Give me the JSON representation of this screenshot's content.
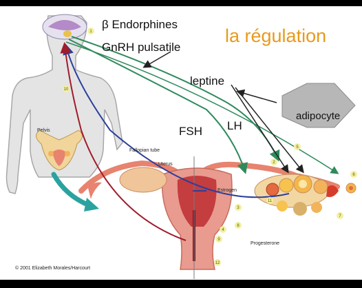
{
  "diagram": {
    "title": "la régulation",
    "labels": {
      "endorphins": "β Endorphines",
      "gnrh": "GnRH pulsatile",
      "leptin": "leptine",
      "adipocyte": "adipocyte",
      "fsh": "FSH",
      "lh": "LH",
      "pelvis": "Pelvis",
      "fallopian_tube": "Fallopian tube",
      "uterus": "Uterus",
      "estrogen": "Estrogen",
      "progesterone": "Progesterone"
    },
    "copyright": "© 2001 Elizabeth Morales/Harcourt",
    "step_numbers": [
      "1",
      "2",
      "3",
      "4",
      "5",
      "6",
      "7",
      "8",
      "9",
      "10",
      "11",
      "12"
    ]
  },
  "colors": {
    "title": "#e89a1c",
    "body_outline": "#a7a7a7",
    "body_fill": "#e4e4e4",
    "arrow_green": "#2e8a5c",
    "arrow_blue": "#2b3f9b",
    "arrow_red": "#a11b2b",
    "arrow_dark": "#222222",
    "uterus": "#e89b8e",
    "ovary": "#f2c07a",
    "hexagon": "#b7b7b7"
  }
}
